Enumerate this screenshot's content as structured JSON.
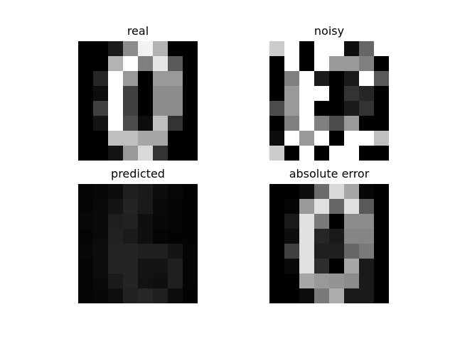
{
  "chart_data": [
    {
      "type": "heatmap",
      "title": "real",
      "colormap": "gray",
      "axes_visible": false,
      "values": [
        [
          0.0,
          0.0,
          0.1,
          0.55,
          0.95,
          0.7,
          0.0,
          0.0
        ],
        [
          0.0,
          0.0,
          0.7,
          1.0,
          0.5,
          0.9,
          0.35,
          0.0
        ],
        [
          0.0,
          0.15,
          1.0,
          0.6,
          0.0,
          0.6,
          0.6,
          0.0
        ],
        [
          0.0,
          0.05,
          1.0,
          0.25,
          0.0,
          0.55,
          0.55,
          0.0
        ],
        [
          0.0,
          0.25,
          1.0,
          0.25,
          0.0,
          0.55,
          0.55,
          0.0
        ],
        [
          0.0,
          0.08,
          1.0,
          0.3,
          0.05,
          0.75,
          0.2,
          0.0
        ],
        [
          0.0,
          0.0,
          0.75,
          0.75,
          0.65,
          0.65,
          0.0,
          0.0
        ],
        [
          0.0,
          0.0,
          0.08,
          0.6,
          0.85,
          0.2,
          0.0,
          0.0
        ]
      ]
    },
    {
      "type": "heatmap",
      "title": "noisy",
      "colormap": "gray",
      "axes_visible": false,
      "values": [
        [
          0.8,
          1.0,
          0.0,
          1.0,
          1.0,
          0.05,
          0.4,
          1.0
        ],
        [
          0.0,
          1.0,
          0.0,
          1.0,
          0.6,
          0.6,
          0.5,
          0.0
        ],
        [
          0.0,
          0.5,
          1.0,
          0.1,
          0.0,
          0.1,
          1.0,
          0.35
        ],
        [
          0.0,
          0.6,
          1.0,
          1.0,
          0.0,
          0.2,
          0.15,
          0.0
        ],
        [
          0.3,
          0.6,
          1.0,
          0.0,
          0.0,
          0.1,
          0.2,
          0.0
        ],
        [
          0.0,
          0.5,
          1.0,
          0.5,
          0.3,
          0.6,
          0.0,
          0.0
        ],
        [
          0.05,
          1.0,
          0.6,
          1.0,
          0.0,
          1.0,
          1.0,
          0.75
        ],
        [
          0.8,
          0.0,
          1.0,
          0.0,
          1.0,
          1.0,
          0.0,
          0.0
        ]
      ]
    },
    {
      "type": "heatmap",
      "title": "predicted",
      "colormap": "gray",
      "axes_visible": false,
      "values": [
        [
          0.02,
          0.03,
          0.05,
          0.12,
          0.1,
          0.05,
          0.03,
          0.01
        ],
        [
          0.02,
          0.04,
          0.08,
          0.14,
          0.1,
          0.04,
          0.02,
          0.01
        ],
        [
          0.03,
          0.04,
          0.12,
          0.13,
          0.06,
          0.03,
          0.02,
          0.01
        ],
        [
          0.02,
          0.04,
          0.13,
          0.1,
          0.06,
          0.02,
          0.01,
          0.01
        ],
        [
          0.03,
          0.05,
          0.14,
          0.14,
          0.12,
          0.12,
          0.08,
          0.02
        ],
        [
          0.02,
          0.05,
          0.14,
          0.14,
          0.08,
          0.08,
          0.12,
          0.02
        ],
        [
          0.02,
          0.04,
          0.1,
          0.14,
          0.07,
          0.06,
          0.12,
          0.02
        ],
        [
          0.02,
          0.03,
          0.06,
          0.13,
          0.15,
          0.12,
          0.05,
          0.01
        ]
      ]
    },
    {
      "type": "heatmap",
      "title": "absolute error",
      "colormap": "gray",
      "axes_visible": false,
      "values": [
        [
          0.0,
          0.0,
          0.05,
          0.42,
          0.85,
          0.65,
          0.02,
          0.0
        ],
        [
          0.0,
          0.02,
          0.6,
          0.88,
          0.4,
          0.88,
          0.35,
          0.0
        ],
        [
          0.0,
          0.1,
          0.88,
          0.48,
          0.0,
          0.55,
          0.55,
          0.0
        ],
        [
          0.0,
          0.05,
          0.88,
          0.15,
          0.1,
          0.52,
          0.52,
          0.0
        ],
        [
          0.0,
          0.25,
          0.88,
          0.12,
          0.12,
          0.4,
          0.48,
          0.0
        ],
        [
          0.0,
          0.04,
          0.88,
          0.18,
          0.0,
          0.65,
          0.1,
          0.0
        ],
        [
          0.0,
          0.0,
          0.65,
          0.6,
          0.58,
          0.55,
          0.1,
          0.0
        ],
        [
          0.0,
          0.0,
          0.05,
          0.48,
          0.68,
          0.1,
          0.1,
          0.0
        ]
      ]
    }
  ]
}
